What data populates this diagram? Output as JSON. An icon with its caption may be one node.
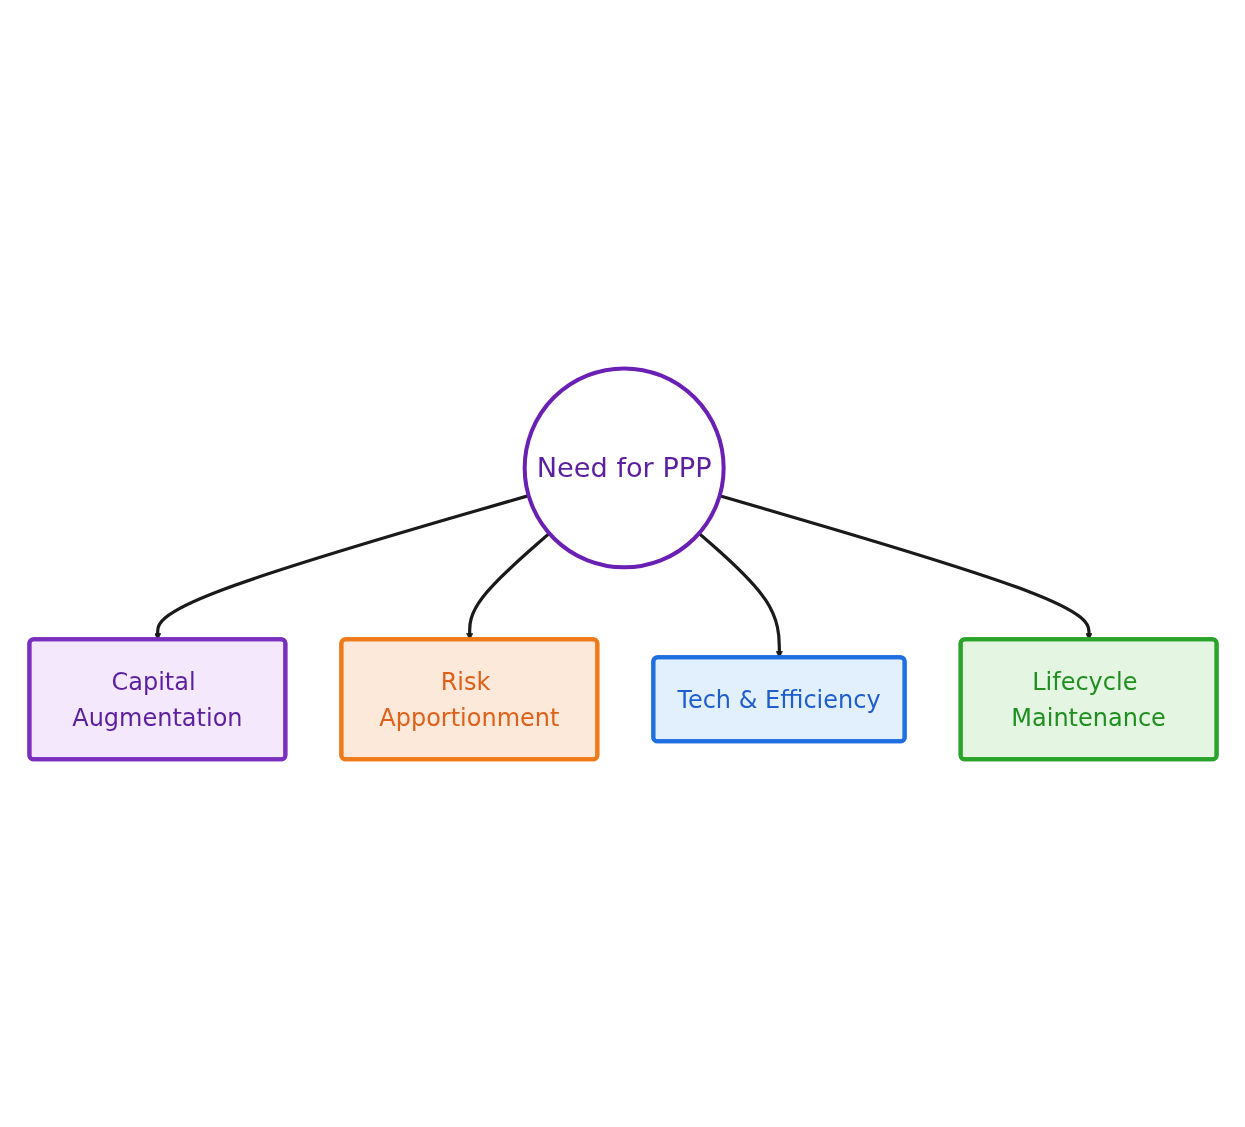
{
  "diagram": {
    "nodes": [
      {
        "text": [
          "Need for PPP"
        ]
      },
      {
        "text": [
          "Capital Augmentation"
        ]
      },
      {
        "text": [
          "Risk Apportionment"
        ]
      },
      {
        "text": [
          "Tech & Efficiency"
        ]
      },
      {
        "text": [
          "Lifecycle Maintenance"
        ]
      }
    ],
    "edges": [
      {
        "from": 0,
        "to": 1,
        "arrow": "to"
      },
      {
        "from": 0,
        "to": 2,
        "arrow": "to"
      },
      {
        "from": 0,
        "to": 3,
        "arrow": "to"
      },
      {
        "from": 0,
        "to": 4,
        "arrow": "to"
      }
    ]
  }
}
